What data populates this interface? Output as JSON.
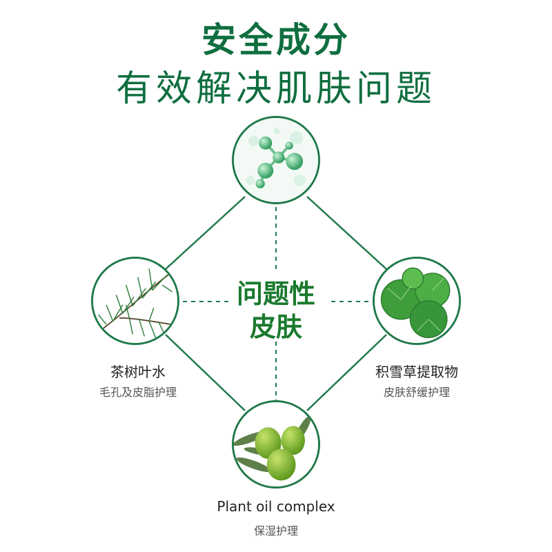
{
  "header": {
    "title": "安全成分",
    "subtitle": "有效解决肌肤问题"
  },
  "center": {
    "line1": "问题性",
    "line2": "皮肤"
  },
  "items": [
    {
      "name": "茶树叶水",
      "desc": "毛孔及皮脂护理"
    },
    {
      "name": "积雪草提取物",
      "desc": "皮肤舒缓护理"
    },
    {
      "name": "Plant oil complex",
      "desc": "保湿护理"
    }
  ],
  "colors": {
    "primary": "#0f6e3f",
    "line": "#1f7a4a",
    "center": "#1a7a2e"
  }
}
